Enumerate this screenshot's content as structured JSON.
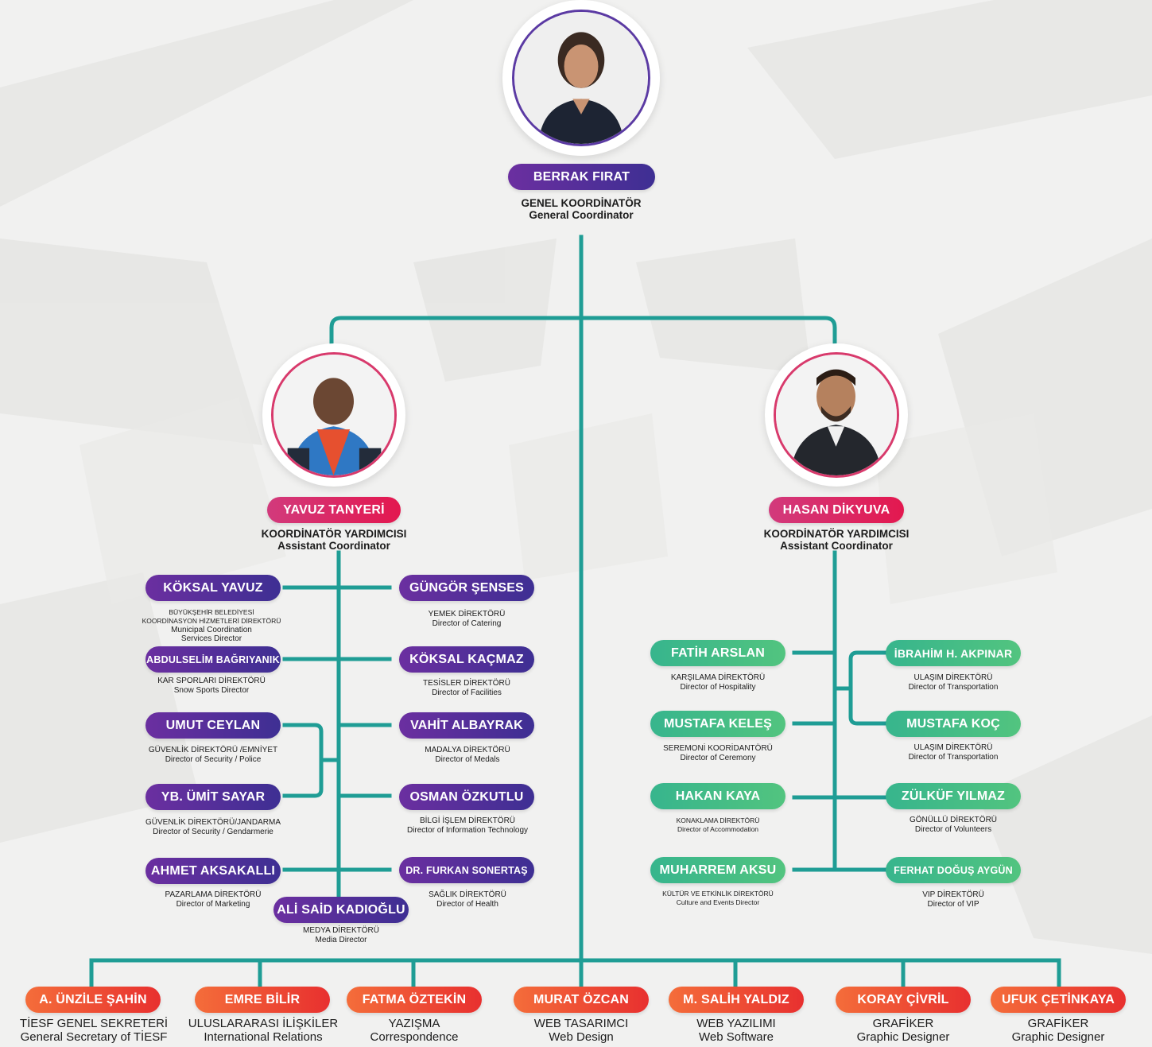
{
  "colors": {
    "connector": "#1f9d95",
    "purple": "#4a2f99",
    "pink": "#dd2a63",
    "green": "#3fbb86",
    "orange": "#ef4a33"
  },
  "top": {
    "name": "BERRAK FIRAT",
    "title_tr": "GENEL KOORDİNATÖR",
    "title_en": "General Coordinator"
  },
  "assistants": [
    {
      "name": "YAVUZ TANYERİ",
      "title_tr": "KOORDİNATÖR YARDIMCISI",
      "title_en": "Assistant Coordinator"
    },
    {
      "name": "HASAN DİKYUVA",
      "title_tr": "KOORDİNATÖR YARDIMCISI",
      "title_en": "Assistant Coordinator"
    }
  ],
  "left_team": [
    {
      "name": "KÖKSAL YAVUZ",
      "lines": [
        "BÜYÜKŞEHİR BELEDİYESİ",
        "KOORDİNASYON HİZMETLERİ DİREKTÖRÜ",
        "Municipal Coordination",
        "Services Director"
      ]
    },
    {
      "name": "GÜNGÖR ŞENSES",
      "lines": [
        "YEMEK DİREKTÖRÜ",
        "Director of Catering"
      ]
    },
    {
      "name": "ABDULSELİM BAĞRIYANIK",
      "lines": [
        "KAR SPORLARI DİREKTÖRÜ",
        "Snow Sports Director"
      ]
    },
    {
      "name": "KÖKSAL KAÇMAZ",
      "lines": [
        "TESİSLER DİREKTÖRÜ",
        "Director of Facilities"
      ]
    },
    {
      "name": "UMUT CEYLAN",
      "lines": [
        "GÜVENLİK DİREKTÖRÜ /EMNİYET",
        "Director of Security / Police"
      ]
    },
    {
      "name": "VAHİT ALBAYRAK",
      "lines": [
        "MADALYA DİREKTÖRÜ",
        "Director of Medals"
      ]
    },
    {
      "name": "YB. ÜMİT SAYAR",
      "lines": [
        "GÜVENLİK DİREKTÖRÜ/JANDARMA",
        "Director of Security / Gendarmerie"
      ]
    },
    {
      "name": "OSMAN ÖZKUTLU",
      "lines": [
        "BİLGİ İŞLEM DİREKTÖRÜ",
        "Director of Information Technology"
      ]
    },
    {
      "name": "AHMET AKSAKALLI",
      "lines": [
        "PAZARLAMA DİREKTÖRÜ",
        "Director of Marketing"
      ]
    },
    {
      "name": "DR. FURKAN SONERTAŞ",
      "lines": [
        "SAĞLIK DİREKTÖRÜ",
        "Director of Health"
      ]
    },
    {
      "name": "ALİ SAİD KADIOĞLU",
      "lines": [
        "MEDYA DİREKTÖRÜ",
        "Media Director"
      ]
    }
  ],
  "right_team": [
    {
      "name": "FATİH ARSLAN",
      "lines": [
        "KARŞILAMA DİREKTÖRÜ",
        "Director of Hospitality"
      ]
    },
    {
      "name": "İBRAHİM H. AKPINAR",
      "lines": [
        "ULAŞIM DİREKTÖRÜ",
        "Director of Transportation"
      ]
    },
    {
      "name": "MUSTAFA KELEŞ",
      "lines": [
        "SEREMONİ KOORİDANTÖRÜ",
        "Director of Ceremony"
      ]
    },
    {
      "name": "MUSTAFA KOÇ",
      "lines": [
        "ULAŞIM DİREKTÖRÜ",
        "Director of Transportation"
      ]
    },
    {
      "name": "HAKAN KAYA",
      "lines": [
        "KONAKLAMA DİREKTÖRÜ",
        "Director of Accommodation"
      ]
    },
    {
      "name": "ZÜLKÜF YILMAZ",
      "lines": [
        "GÖNÜLLÜ DİREKTÖRÜ",
        "Director of Volunteers"
      ]
    },
    {
      "name": "MUHARREM AKSU",
      "lines": [
        "KÜLTÜR VE ETKİNLİK DİREKTÖRÜ",
        "Culture and Events Director"
      ]
    },
    {
      "name": "FERHAT DOĞUŞ AYGÜN",
      "lines": [
        "VIP DİREKTÖRÜ",
        "Director of VIP"
      ]
    }
  ],
  "bottom_team": [
    {
      "name": "A. ÜNZİLE ŞAHİN",
      "lines": [
        "TİESF GENEL SEKRETERİ",
        "General Secretary of TİESF"
      ]
    },
    {
      "name": "EMRE BİLİR",
      "lines": [
        "ULUSLARARASI İLİŞKİLER",
        "International Relations"
      ]
    },
    {
      "name": "FATMA ÖZTEKİN",
      "lines": [
        "YAZIŞMA",
        "Correspondence"
      ]
    },
    {
      "name": "MURAT ÖZCAN",
      "lines": [
        "WEB TASARIMCI",
        "Web Design"
      ]
    },
    {
      "name": "M. SALİH YALDIZ",
      "lines": [
        "WEB YAZILIMI",
        "Web Software"
      ]
    },
    {
      "name": "KORAY ÇİVRİL",
      "lines": [
        "GRAFİKER",
        "Graphic Designer"
      ]
    },
    {
      "name": "UFUK ÇETİNKAYA",
      "lines": [
        "GRAFİKER",
        "Graphic Designer"
      ]
    }
  ]
}
